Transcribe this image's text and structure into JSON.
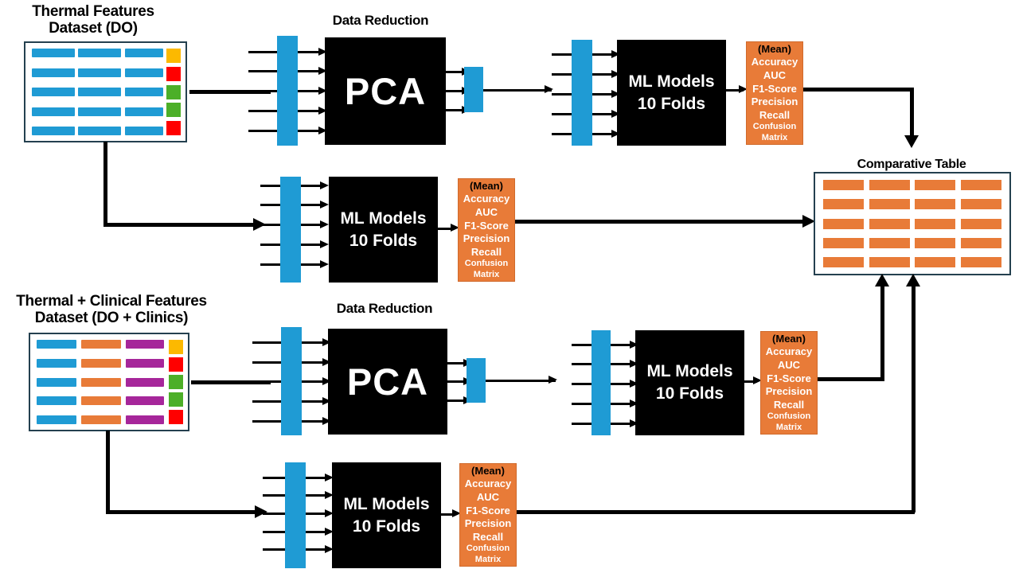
{
  "diagram": {
    "title_top_left": "Thermal Features\nDataset (DO)",
    "title_bottom_left": "Thermal + Clinical Features\nDataset (DO + Clinics)",
    "section_label_top": "Data Reduction",
    "section_label_bottom": "Data Reduction",
    "comparative_table_label": "Comparative Table"
  },
  "labels": {
    "thermal_line1": "Thermal Features",
    "thermal_line2": "Dataset (DO)",
    "combined_line1": "Thermal + Clinical Features",
    "combined_line2": "Dataset (DO + Clinics)",
    "data_reduction": "Data Reduction",
    "comparative_table": "Comparative Table"
  },
  "blocks": {
    "pca": "PCA",
    "ml_line1": "ML Models",
    "ml_line2": "10 Folds"
  },
  "metrics": {
    "head": "(Mean)",
    "items": [
      "Accuracy",
      "AUC",
      "F1-Score",
      "Precision",
      "Recall"
    ],
    "small": [
      "Confusion",
      "Matrix"
    ]
  },
  "datasets": {
    "thermal": {
      "feature_columns": 3,
      "rows": 5,
      "feature_color": "#1f9bd4",
      "label_colors": [
        "#fcb900",
        "#ff0000",
        "#4caf28",
        "#4caf28",
        "#ff0000"
      ]
    },
    "combined": {
      "feature_columns": 3,
      "rows": 5,
      "feature_colors": [
        "#1f9bd4",
        "#e87b38",
        "#a6269a"
      ],
      "label_colors": [
        "#fcb900",
        "#ff0000",
        "#4caf28",
        "#4caf28",
        "#ff0000"
      ]
    }
  },
  "comparative_table": {
    "columns": 4,
    "rows": 5,
    "cell_color": "#e87b38"
  },
  "colors": {
    "blue": "#1f9bd4",
    "orange": "#e87b38",
    "purple": "#a6269a",
    "black": "#000000",
    "border": "#24404f",
    "green": "#4caf28",
    "red": "#ff0000",
    "yellow": "#fcb900"
  }
}
